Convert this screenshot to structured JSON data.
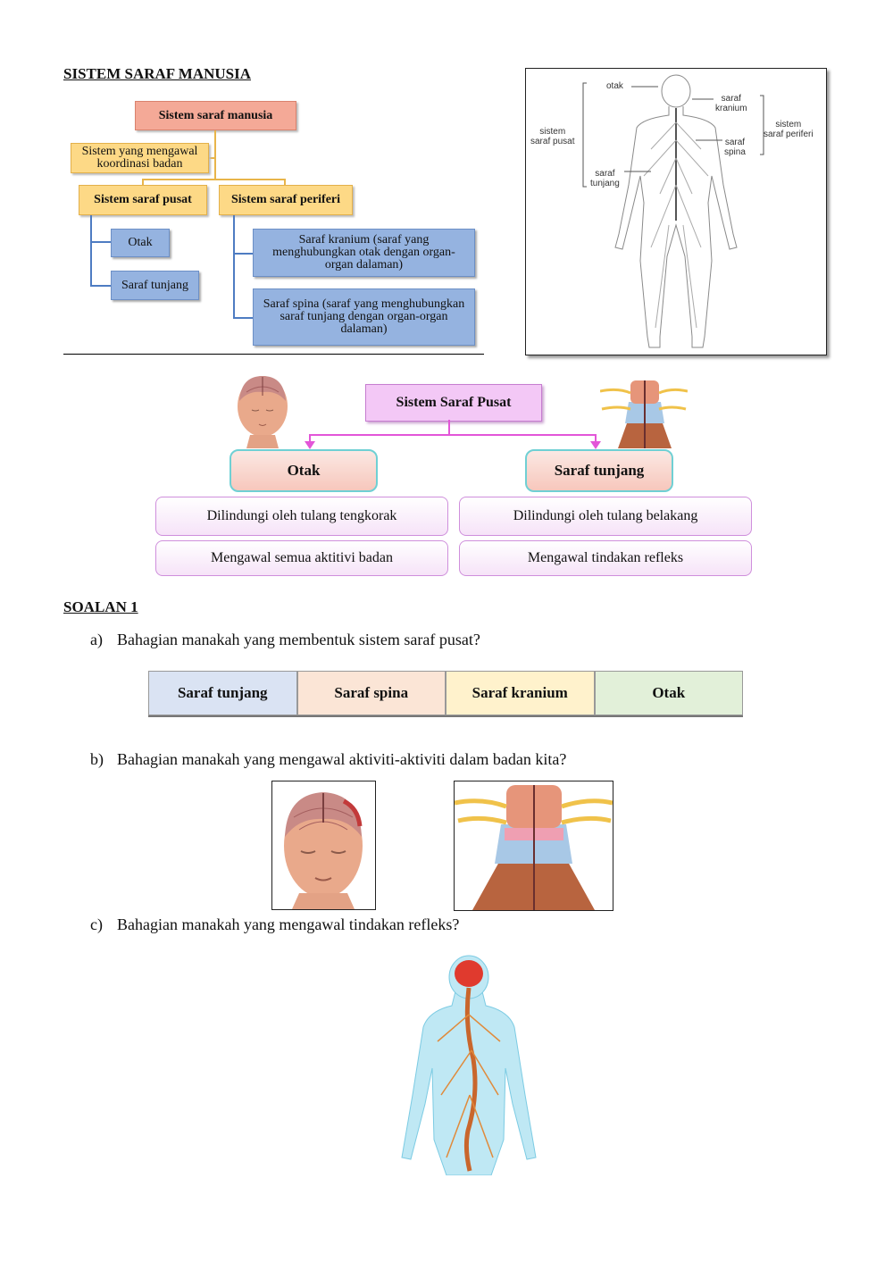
{
  "title": "SISTEM SARAF MANUSIA",
  "concept_map": {
    "root": "Sistem saraf manusia",
    "note": [
      "Sistem yang mengawal",
      "koordinasi badan"
    ],
    "pusat": "Sistem saraf pusat",
    "periferi": "Sistem saraf periferi",
    "otak": "Otak",
    "tunjang": "Saraf tunjang",
    "kranium": [
      "Saraf kranium (saraf yang",
      "menghubungkan otak dengan organ-",
      "organ dalaman)"
    ],
    "spina": [
      "Saraf spina (saraf yang menghubungkan",
      "saraf tunjang dengan organ-organ",
      "dalaman)"
    ]
  },
  "body_figure": {
    "otak": "otak",
    "sistem_saraf_pusat": [
      "sistem",
      "saraf pusat"
    ],
    "saraf_tunjang": [
      "saraf",
      "tunjang"
    ],
    "saraf_kranium": [
      "saraf",
      "kranium"
    ],
    "saraf_spina": [
      "saraf",
      "spina"
    ],
    "sistem_saraf_periferi": [
      "sistem",
      "saraf periferi"
    ]
  },
  "pusat_diagram": {
    "header": "Sistem Saraf Pusat",
    "left": {
      "title": "Otak",
      "facts": [
        "Dilindungi oleh tulang tengkorak",
        "Mengawal semua aktitivi badan"
      ]
    },
    "right": {
      "title": "Saraf tunjang",
      "facts": [
        "Dilindungi oleh tulang belakang",
        "Mengawal tindakan refleks"
      ]
    }
  },
  "section": "SOALAN 1",
  "questions": [
    {
      "label": "a)",
      "text": "Bahagian manakah yang membentuk sistem saraf pusat?"
    },
    {
      "label": "b)",
      "text": "Bahagian manakah yang mengawal aktiviti-aktiviti dalam badan kita?"
    },
    {
      "label": "c)",
      "text": "Bahagian manakah yang mengawal tindakan refleks?"
    }
  ],
  "choices": [
    {
      "label": "Saraf tunjang",
      "color": "#dae3f3"
    },
    {
      "label": "Saraf spina",
      "color": "#fbe5d6"
    },
    {
      "label": "Saraf kranium",
      "color": "#fff2cc"
    },
    {
      "label": "Otak",
      "color": "#e2f0d9"
    }
  ]
}
